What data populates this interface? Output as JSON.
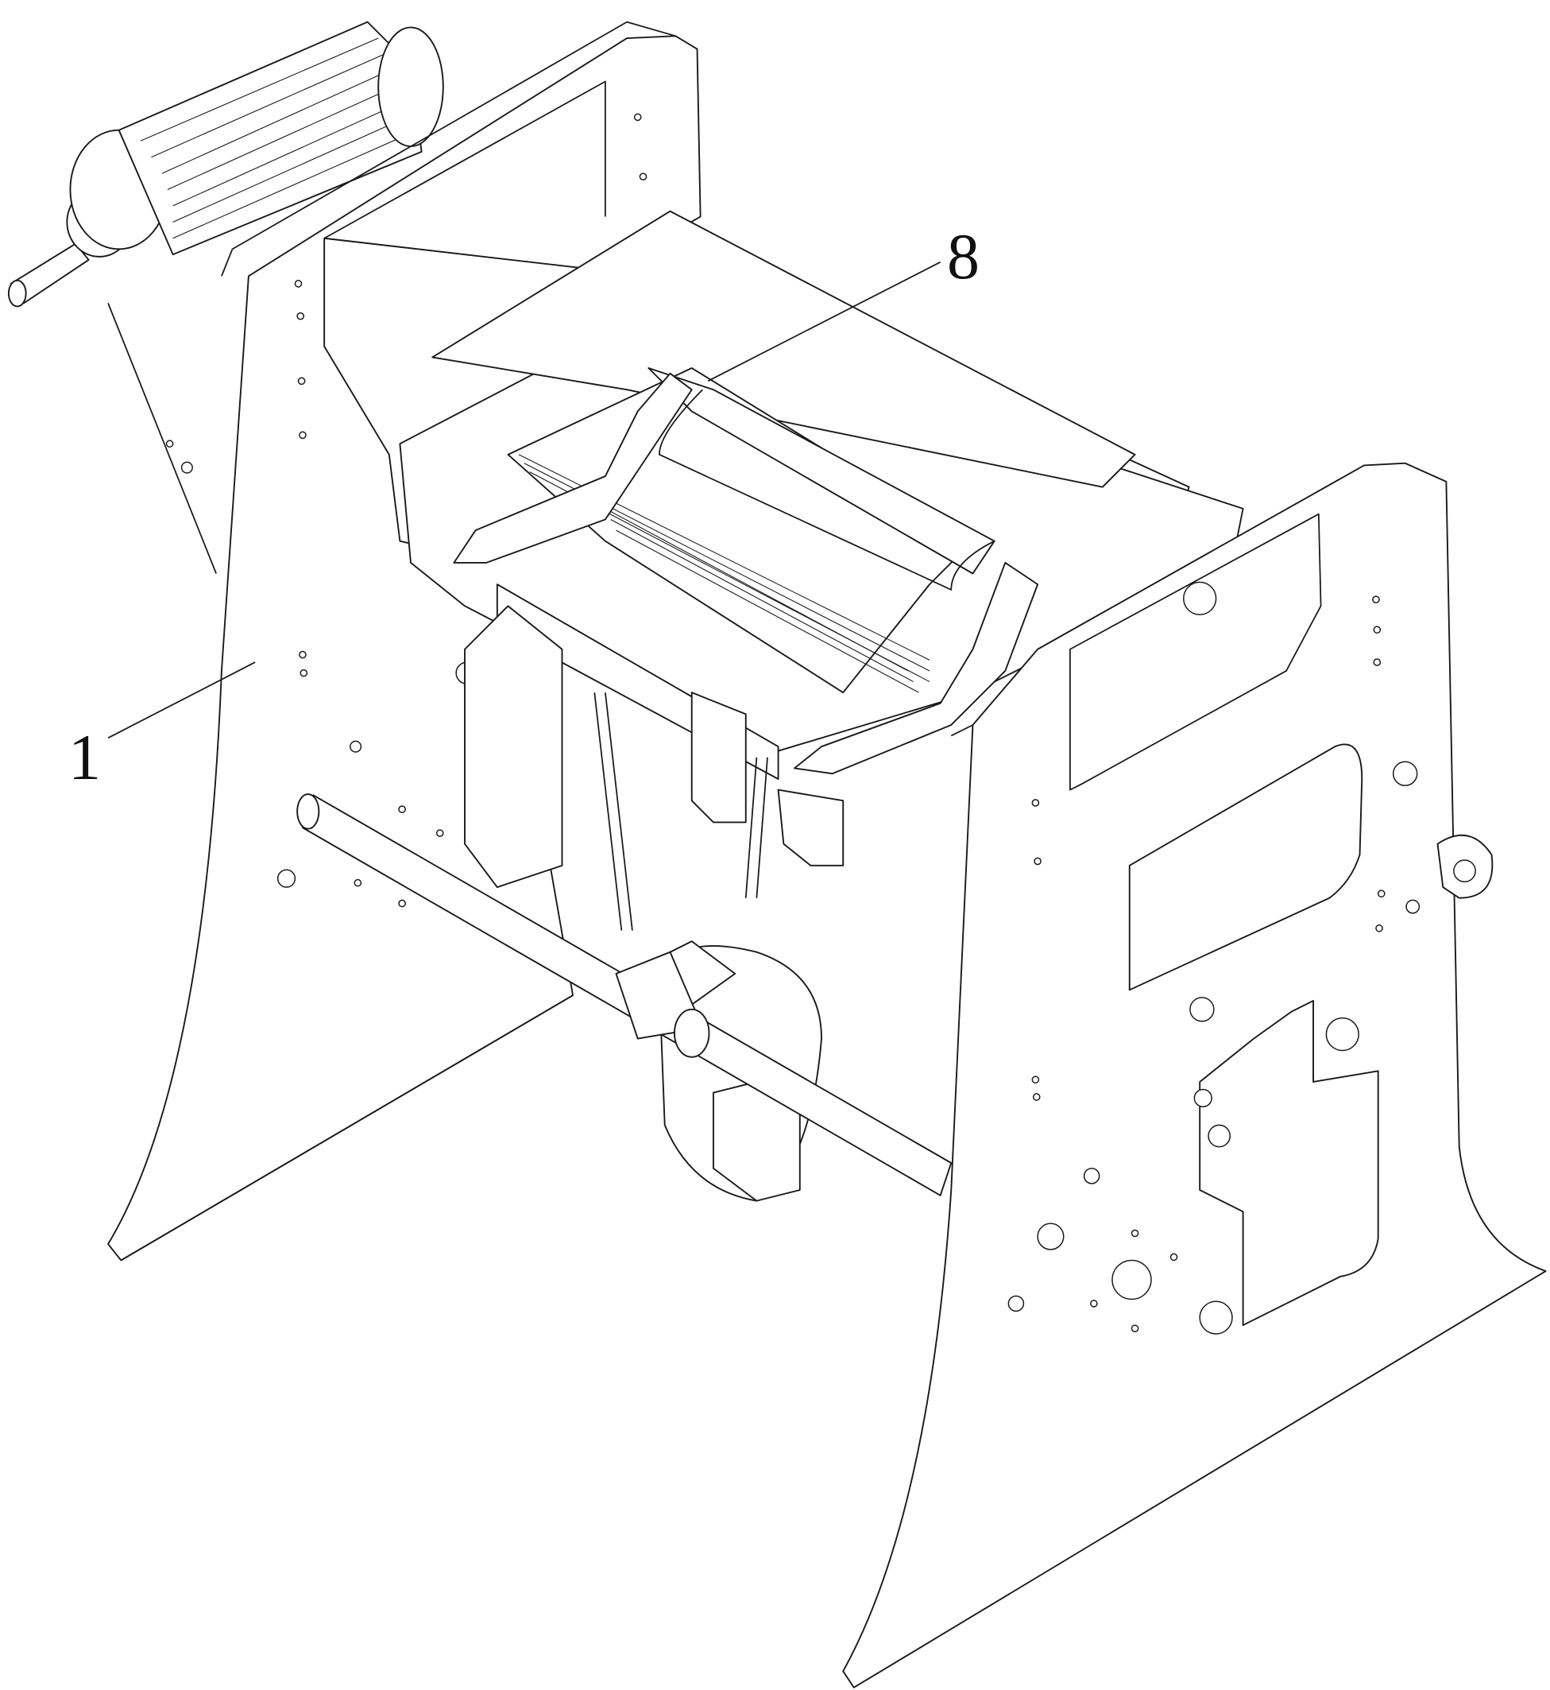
{
  "drawing": {
    "type": "patent line drawing",
    "reference_labels": [
      {
        "id": "label-8",
        "text": "8"
      },
      {
        "id": "label-1",
        "text": "1"
      }
    ],
    "line_color": "#1a1a1a",
    "background": "#ffffff"
  }
}
